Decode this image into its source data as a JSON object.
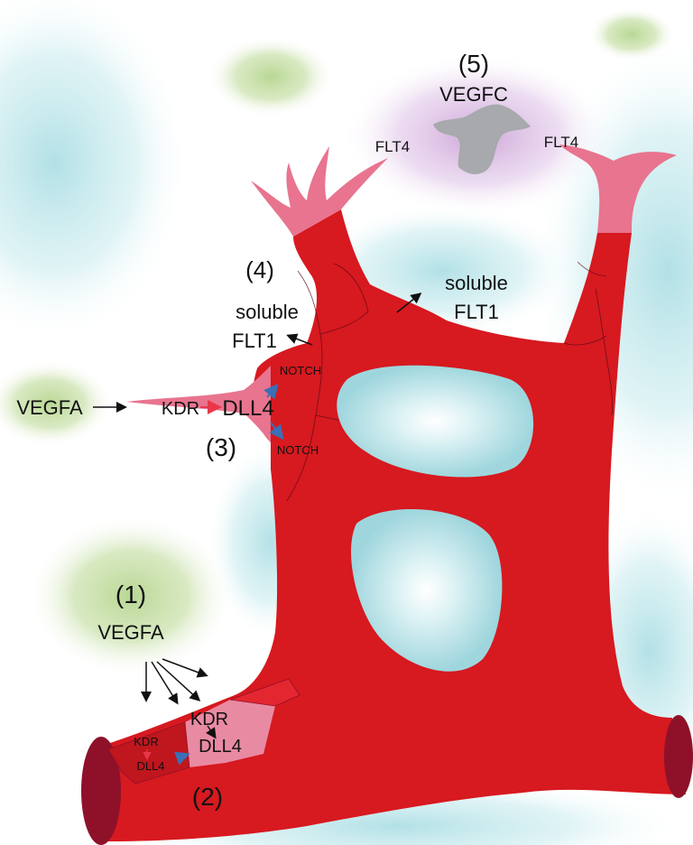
{
  "labels": {
    "step1": "(1)",
    "step1_vegfa": "VEGFA",
    "step2": "(2)",
    "step2_kdr_large": "KDR",
    "step2_dll4_large": "DLL4",
    "step2_kdr_small": "KDR",
    "step2_dll4_small": "DLL4",
    "step3": "(3)",
    "step3_vegfa": "VEGFA",
    "step3_kdr": "KDR",
    "step3_dll4": "DLL4",
    "notch_top": "NOTCH",
    "notch_bottom": "NOTCH",
    "step4": "(4)",
    "step4_soluble": "soluble",
    "step4_flt1": "FLT1",
    "center_soluble": "soluble",
    "center_flt1": "FLT1",
    "step5": "(5)",
    "step5_vegfc": "VEGFC",
    "flt4_left": "FLT4",
    "flt4_right": "FLT4"
  },
  "colors": {
    "vessel_red": "#d71920",
    "vessel_dark": "#8e1129",
    "tip_pink": "#e8748f",
    "stalk_pink": "#e98aa3",
    "lumen_cyan": "#bfe6ea",
    "vegfa_green": "#b5d58f",
    "vegfc_gray": "#a7a9ac",
    "vegfc_purple": "#c89ad3",
    "notch_blue": "#3b6fb6"
  }
}
